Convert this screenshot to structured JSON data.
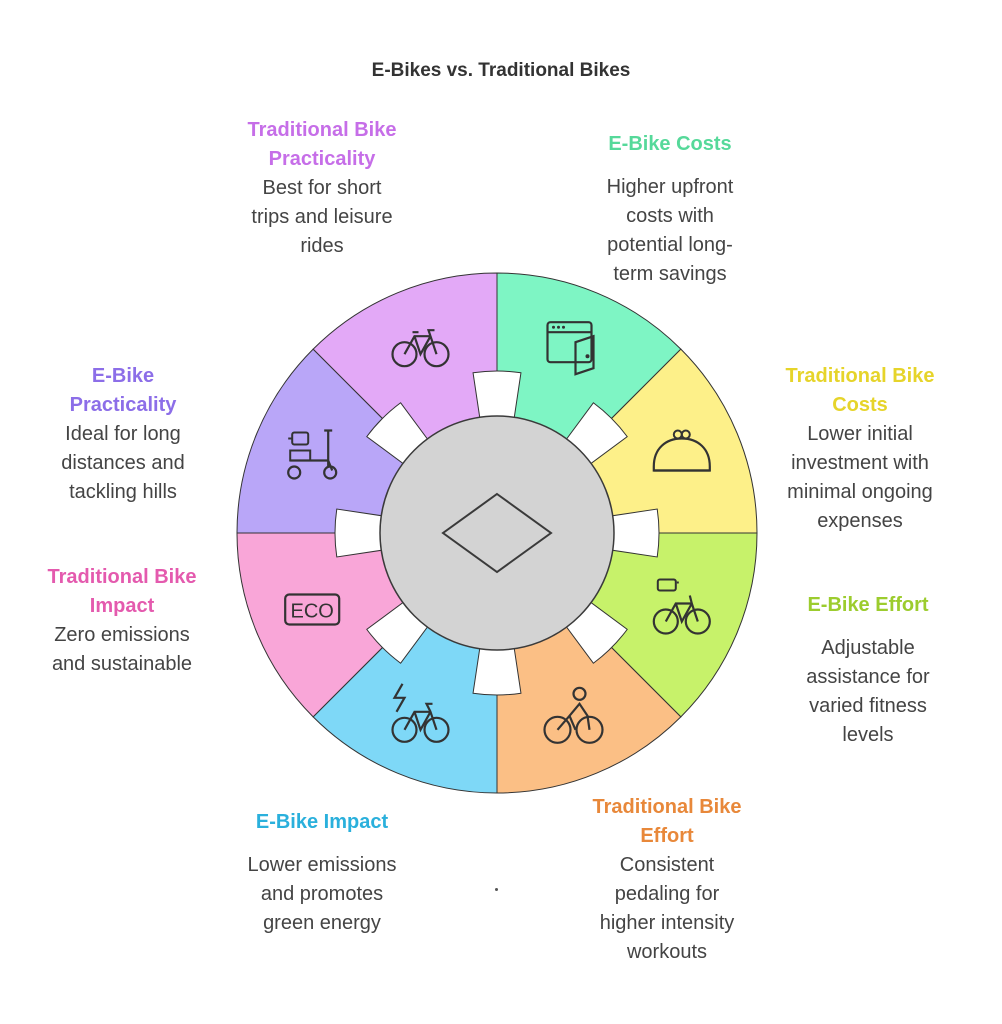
{
  "title": "E-Bikes vs. Traditional Bikes",
  "center": {
    "icon": "diamond-icon",
    "color": "#d3d3d3"
  },
  "segments": [
    {
      "id": "ebike-costs",
      "title": "E-Bike Costs",
      "description": "Higher upfront\ncosts with\npotential long-\nterm savings",
      "color": "#7ef5c4",
      "text_color": "#56d99a",
      "icon": "browser-wallet-icon"
    },
    {
      "id": "trad-costs",
      "title": "Traditional Bike\nCosts",
      "description": "Lower initial\ninvestment with\nminimal ongoing\nexpenses",
      "color": "#fdf089",
      "text_color": "#e6d42a",
      "icon": "coin-purse-icon"
    },
    {
      "id": "ebike-effort",
      "title": "E-Bike Effort",
      "description": "Adjustable\nassistance for\nvaried fitness\nlevels",
      "color": "#c7f26a",
      "text_color": "#9ccc2e",
      "icon": "bike-battery-icon"
    },
    {
      "id": "trad-effort",
      "title": "Traditional Bike\nEffort",
      "description": "Consistent\npedaling for\nhigher intensity\nworkouts",
      "color": "#fbbf85",
      "text_color": "#e8883a",
      "icon": "cyclist-icon"
    },
    {
      "id": "ebike-impact",
      "title": "E-Bike Impact",
      "description": "Lower emissions\nand promotes\ngreen energy",
      "color": "#7ed8f7",
      "text_color": "#2ab0dc",
      "icon": "electric-bike-icon"
    },
    {
      "id": "trad-impact",
      "title": "Traditional Bike\nImpact",
      "description": "Zero emissions\nand sustainable",
      "color": "#f9a6d8",
      "text_color": "#e45aae",
      "icon": "eco-icon"
    },
    {
      "id": "ebike-practicality",
      "title": "E-Bike\nPracticality",
      "description": "Ideal for long\ndistances and\ntackling hills",
      "color": "#b9a6f8",
      "text_color": "#8c6ee8",
      "icon": "scooter-icon"
    },
    {
      "id": "trad-practicality",
      "title": "Traditional Bike\nPracticality",
      "description": "Best for short\ntrips and leisure\nrides",
      "color": "#e3a9f7",
      "text_color": "#c66ee8",
      "icon": "bicycle-icon"
    }
  ]
}
